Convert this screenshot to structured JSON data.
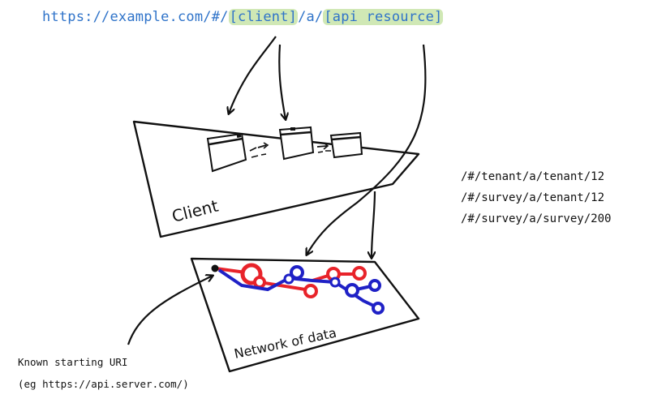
{
  "url": {
    "prefix": "https://example.com/#/",
    "client_segment": "[client]",
    "middle": "/a/",
    "api_segment": "[api resource]"
  },
  "client_box": {
    "label": "Client"
  },
  "network_box": {
    "label": "Network of data"
  },
  "routes": [
    "/#/tenant/a/tenant/12",
    "/#/survey/a/tenant/12",
    "/#/survey/a/survey/200"
  ],
  "known_start": {
    "line1": "Known starting URI",
    "line2": "(eg https://api.server.com/)"
  },
  "colors": {
    "url": "#2f73c9",
    "highlight": "#aad678",
    "red_path": "#e8232a",
    "blue_path": "#1f21c6",
    "ink": "#111111"
  }
}
